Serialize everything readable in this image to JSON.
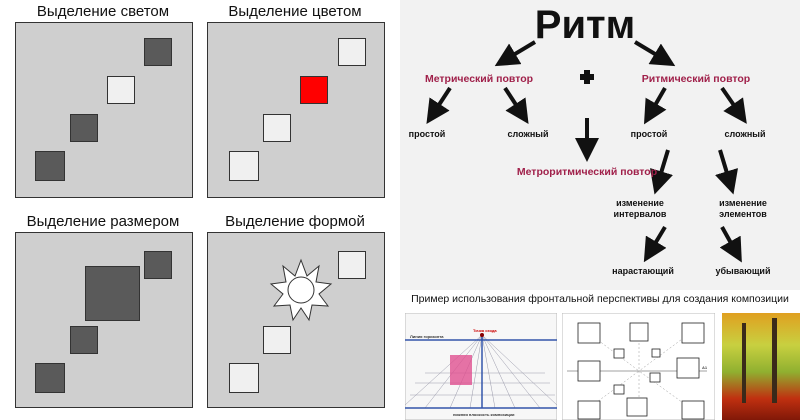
{
  "panels": [
    {
      "title": "Выделение светом"
    },
    {
      "title": "Выделение цветом"
    },
    {
      "title": "Выделение размером"
    },
    {
      "title": "Выделение формой"
    }
  ],
  "diagram": {
    "title": "Ритм",
    "metric": "Метрический повтор",
    "rhythmic": "Ритмический повтор",
    "metrorhythmic": "Метроритмический повтор",
    "simple1": "простой",
    "complex1": "сложный",
    "simple2": "простой",
    "complex2": "сложный",
    "interval_change": [
      "изменение",
      "интервалов"
    ],
    "element_change": [
      "изменение",
      "элементов"
    ],
    "increasing": "нарастающий",
    "decreasing": "убывающий",
    "accent_color": "#a0204a"
  },
  "example": {
    "title": "Пример использования фронтальной перспективы для создания композиции",
    "horizon_label": "Линия горизонта",
    "vanishing_label": "Точка схода",
    "bottom_label": "нижняя плоскость композиции",
    "axis_label": "A1"
  }
}
